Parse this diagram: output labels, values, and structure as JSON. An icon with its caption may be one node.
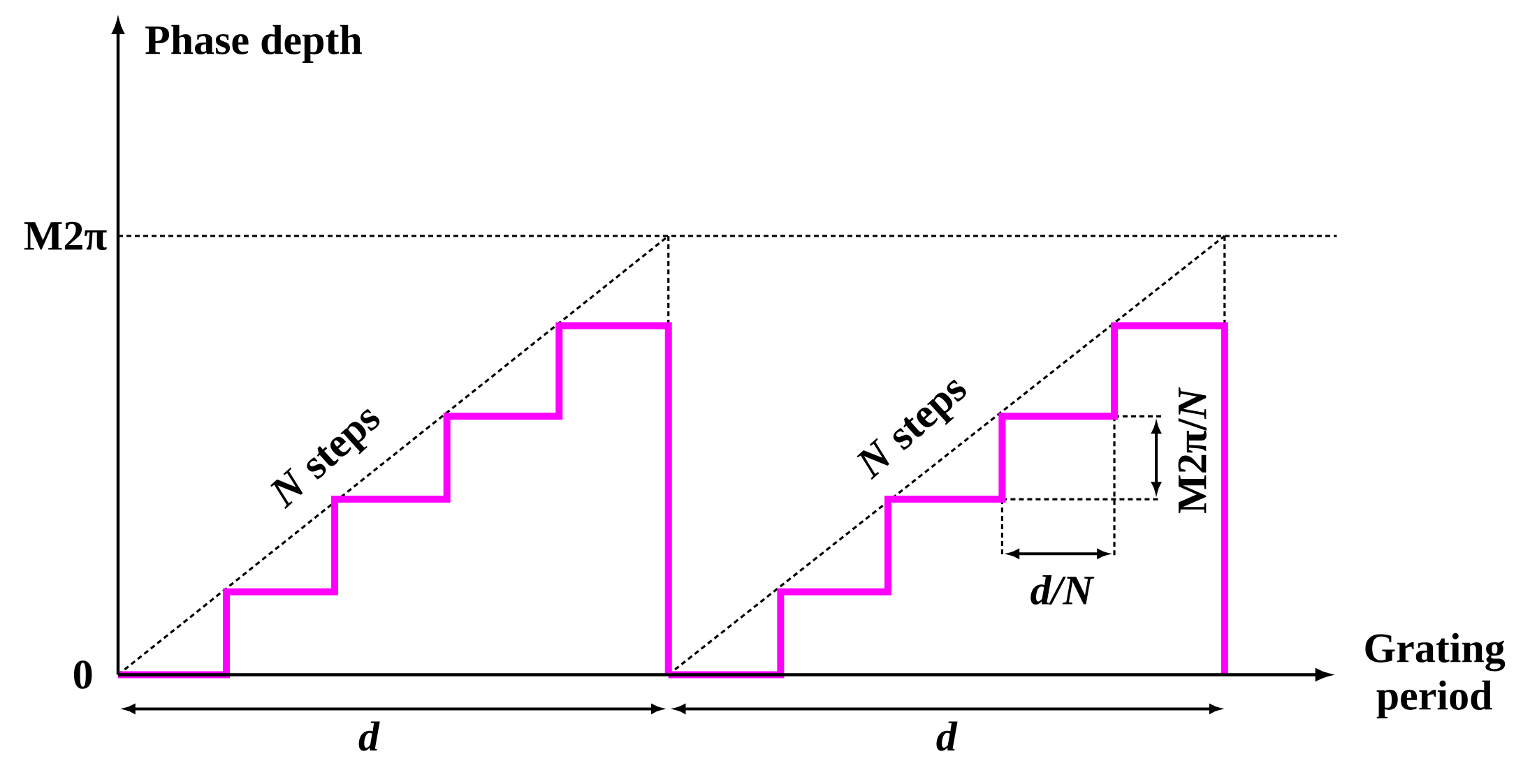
{
  "diagram": {
    "labels": [
      "Phase depth",
      "M2π",
      "0",
      "*N* steps",
      "*N* steps",
      "M2π/*N*",
      "d/N",
      "Grating period",
      "d",
      "d"
    ]
  }
}
